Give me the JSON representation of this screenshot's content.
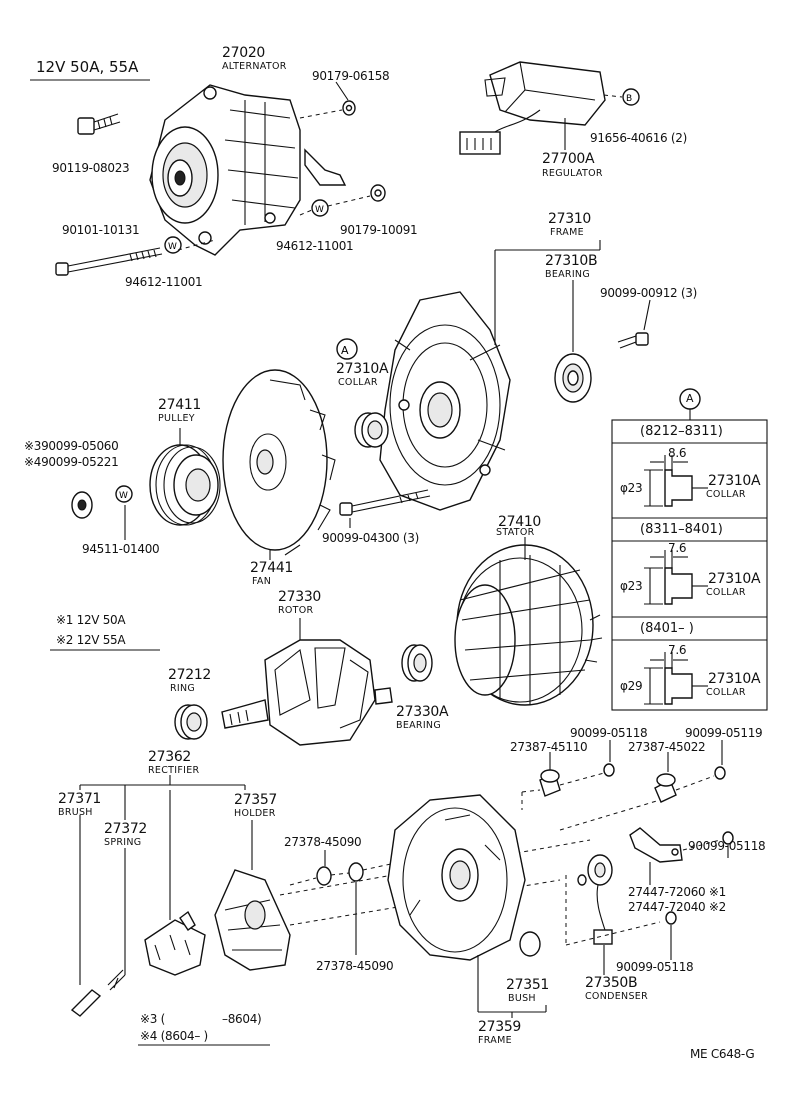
{
  "header": {
    "title": "12V  50A, 55A",
    "note1": "※1 12V 50A",
    "note2": "※2 12V 55A",
    "note3_mark": "※3 (",
    "note3_range": "–8604)",
    "note4": "※4 (8604–        )",
    "footer_code": "ME  C648-G"
  },
  "parts": {
    "p27020": "27020",
    "p27020_name": "ALTERNATOR",
    "p90179_06158": "90179-06158",
    "p90119_08023": "90119-08023",
    "p90101_10131": "90101-10131",
    "p94612_11001_a": "94612-11001",
    "p94612_11001_b": "94612-11001",
    "p90179_10091": "90179-10091",
    "p27700A": "27700A",
    "p27700A_name": "REGULATOR",
    "p91656_40616": "91656-40616 (2)",
    "p27310": "27310",
    "p27310_name": "FRAME",
    "p27310B": "27310B",
    "p27310B_name": "BEARING",
    "p90099_00912": "90099-00912 (3)",
    "markA": "A",
    "p27310A": "27310A",
    "p27310A_name": "COLLAR",
    "p27411": "27411",
    "p27411_name": "PULLEY",
    "p90099_05060": "※390099-05060",
    "p90099_05221": "※490099-05221",
    "p94511_01400": "94511-01400",
    "p27441": "27441",
    "p27441_name": "FAN",
    "p90099_04300": "90099-04300 (3)",
    "p27410": "27410",
    "p27410_name": "STATOR",
    "p27330": "27330",
    "p27330_name": "ROTOR",
    "p27212": "27212",
    "p27212_name": "RING",
    "p27330A": "27330A",
    "p27330A_name": "BEARING",
    "p27362": "27362",
    "p27362_name": "RECTIFIER",
    "p27371": "27371",
    "p27371_name": "BRUSH",
    "p27372": "27372",
    "p27372_name": "SPRING",
    "p27357": "27357",
    "p27357_name": "HOLDER",
    "p27378_45090_a": "27378-45090",
    "p27378_45090_b": "27378-45090",
    "p90099_05118_a": "90099-05118",
    "p90099_05119": "90099-05119",
    "p27387_45110": "27387-45110",
    "p27387_45022": "27387-45022",
    "p90099_05118_b": "90099-05118",
    "p27447_72060": "27447-72060 ※1",
    "p27447_72040": "27447-72040 ※2",
    "p90099_05118_c": "90099-05118",
    "p27351": "27351",
    "p27351_name": "BUSH",
    "p27350B": "27350B",
    "p27350B_name": "CONDENSER",
    "p27359": "27359",
    "p27359_name": "FRAME"
  },
  "detail_box": {
    "mark": "A",
    "sections": [
      {
        "range": "(8212–8311)",
        "width": "8.6",
        "dia": "φ23",
        "part": "27310A",
        "name": "COLLAR"
      },
      {
        "range": "(8311–8401)",
        "width": "7.6",
        "dia": "φ23",
        "part": "27310A",
        "name": "COLLAR"
      },
      {
        "range": "(8401–        )",
        "width": "7.6",
        "dia": "φ29",
        "part": "27310A",
        "name": "COLLAR"
      }
    ]
  }
}
